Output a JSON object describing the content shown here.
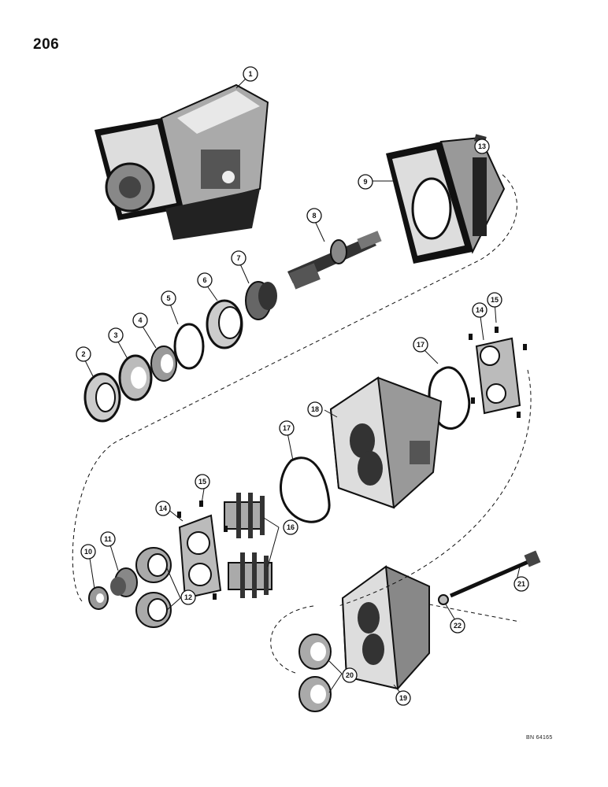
{
  "page_number": "206",
  "reference_code": "BN 64165",
  "callouts": [
    "1",
    "2",
    "3",
    "4",
    "5",
    "6",
    "7",
    "8",
    "9",
    "10",
    "11",
    "12",
    "13",
    "14",
    "15",
    "16",
    "17",
    "18",
    "19",
    "20",
    "21",
    "22"
  ]
}
